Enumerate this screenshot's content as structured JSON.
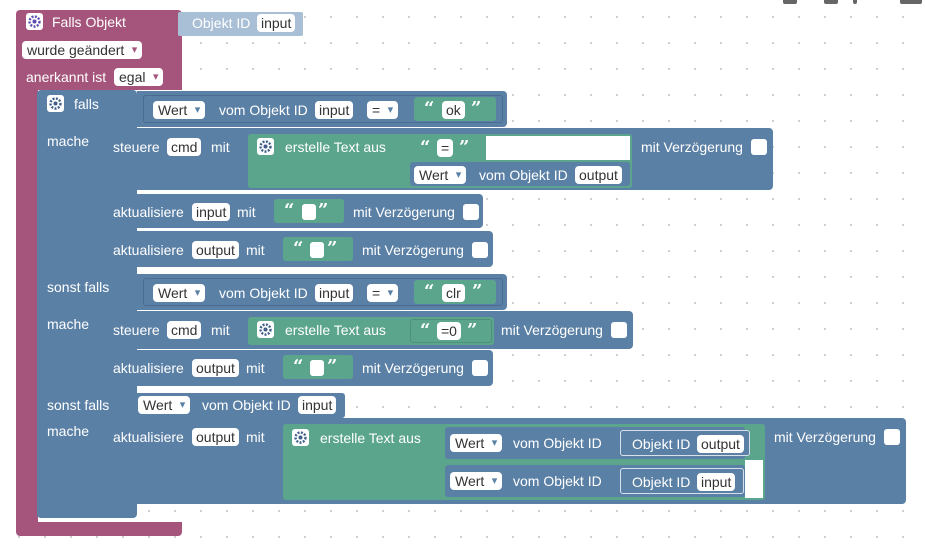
{
  "trigger": {
    "title": "Falls Objekt",
    "object_label": "Objekt ID",
    "object_value": "input",
    "changed_option": "wurde geändert",
    "ack_label": "anerkannt ist",
    "ack_option": "egal"
  },
  "words": {
    "if": "falls",
    "do": "mache",
    "else_if": "sonst falls",
    "control": "steuere",
    "update": "aktualisiere",
    "with": "mit",
    "delay": "mit Verzögerung",
    "value": "Wert",
    "from_object_id": "vom Objekt ID",
    "object_id": "Objekt ID",
    "create_text": "erstelle Text aus",
    "equals": "="
  },
  "branch1": {
    "cond_object": "input",
    "cond_text": "ok",
    "control_target": "cmd",
    "text_part1": "=",
    "text_part2_object": "output",
    "update1_target": "input",
    "update2_target": "output"
  },
  "branch2": {
    "cond_object": "input",
    "cond_text": "clr",
    "control_target": "cmd",
    "text_part1": "=0",
    "update_target": "output"
  },
  "branch3": {
    "cond_object": "input",
    "update_target": "output",
    "text_obj1": "output",
    "text_obj2": "input"
  }
}
